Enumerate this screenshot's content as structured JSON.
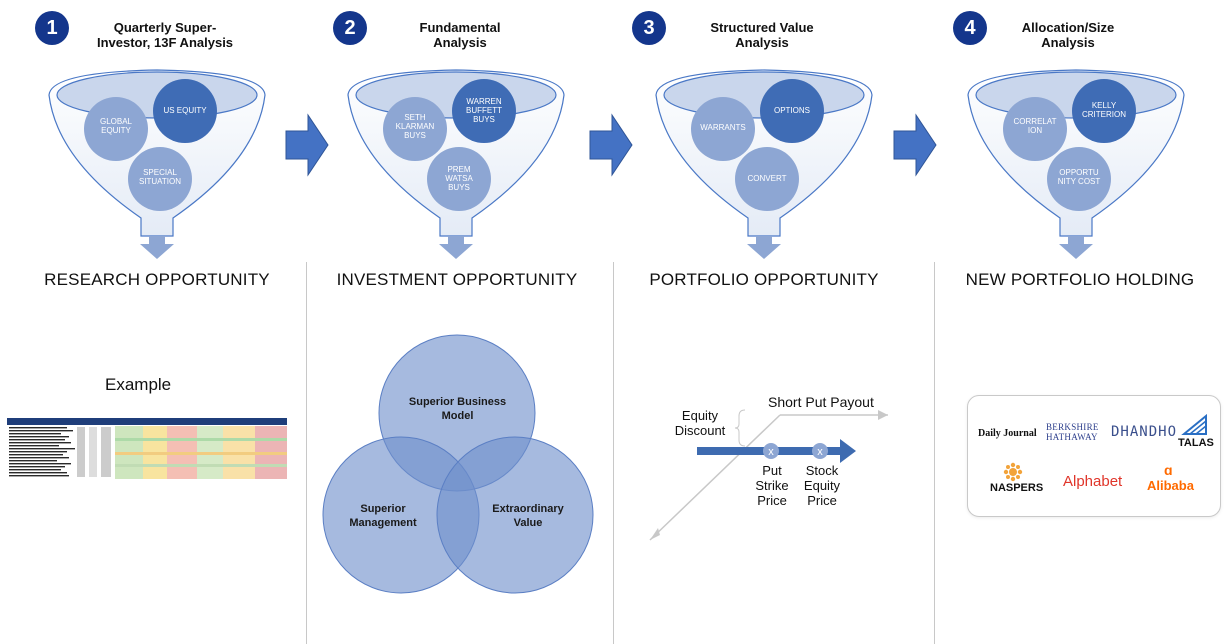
{
  "steps": [
    {
      "num": "1",
      "title_line1": "Quarterly Super-",
      "title_line2": "Investor, 13F Analysis",
      "circles": {
        "a": [
          "GLOBAL",
          "EQUITY"
        ],
        "b": [
          "US EQUITY"
        ],
        "c": [
          "SPECIAL",
          "SITUATION"
        ]
      },
      "heading": "RESEARCH OPPORTUNITY"
    },
    {
      "num": "2",
      "title_line1": "Fundamental",
      "title_line2": "Analysis",
      "circles": {
        "a": [
          "SETH",
          "KLARMAN",
          "BUYS"
        ],
        "b": [
          "WARREN",
          "BUFFETT",
          "BUYS"
        ],
        "c": [
          "PREM",
          "WATSA",
          "BUYS"
        ]
      },
      "heading": "INVESTMENT OPPORTUNITY"
    },
    {
      "num": "3",
      "title_line1": "Structured Value",
      "title_line2": "Analysis",
      "circles": {
        "a": [
          "WARRANTS"
        ],
        "b": [
          "OPTIONS"
        ],
        "c": [
          "CONVERT"
        ]
      },
      "heading": "PORTFOLIO OPPORTUNITY"
    },
    {
      "num": "4",
      "title_line1": "Allocation/Size",
      "title_line2": "Analysis",
      "circles": {
        "a": [
          "CORRELAT",
          "ION"
        ],
        "b": [
          "KELLY",
          "CRITERION"
        ],
        "c": [
          "OPPORTU",
          "NITY COST"
        ]
      },
      "heading": "NEW PORTFOLIO HOLDING"
    }
  ],
  "example_label": "Example",
  "venn": {
    "top": [
      "Superior Business",
      "Model"
    ],
    "left": [
      "Superior",
      "Management"
    ],
    "right": [
      "Extraordinary",
      "Value"
    ]
  },
  "payout": {
    "title": "Short Put Payout",
    "equity_discount": [
      "Equity",
      "Discount"
    ],
    "put_strike": [
      "Put",
      "Strike",
      "Price"
    ],
    "stock_equity": [
      "Stock",
      "Equity",
      "Price"
    ]
  },
  "logos": {
    "daily_journal": "Daily Journal",
    "berkshire": [
      "BERKSHIRE",
      "HATHAWAY"
    ],
    "dhandho": "DHANDHO",
    "talas": "TALAS",
    "naspers": "NASPERS",
    "alphabet": "Alphabet",
    "alibaba": "Alibaba"
  },
  "colors": {
    "badge": "#14368c",
    "circle_dark": "#3f6cb5",
    "circle_light": "#8da6d3",
    "arrow": "#4472c4",
    "venn": "#6f8fcc"
  }
}
